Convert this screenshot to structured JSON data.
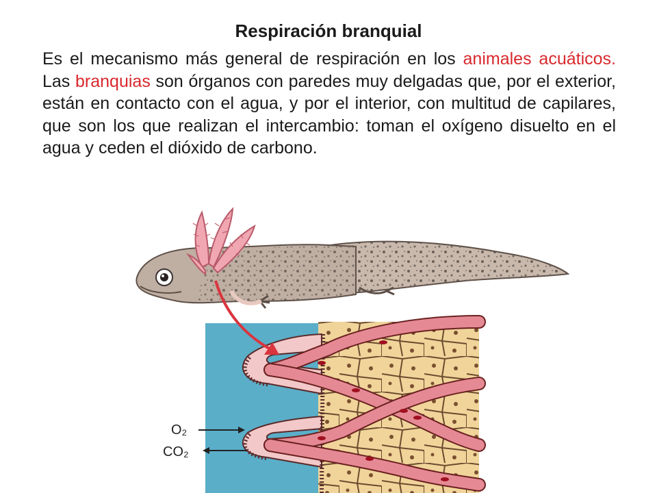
{
  "title": "Respiración branquial",
  "paragraph": {
    "part1": "Es el mecanismo más general de respiración en los ",
    "link1": "animales acuáticos.",
    "part2": " Las ",
    "link2": "branquias",
    "part3": " son órganos con paredes muy delgadas que, por el exterior, están en contacto con el agua, y por el interior, con multitud de capilares, que son los que realizan el intercambio: toman el oxígeno disuelto en el agua y ceden el dióxido de carbono."
  },
  "diagram": {
    "label_o2": "O₂",
    "label_co2": "CO₂"
  },
  "colors": {
    "highlight": "#d9282d",
    "water": "#5aaec8",
    "vessel": "#e58a94",
    "tissue": "#f0d49a"
  }
}
